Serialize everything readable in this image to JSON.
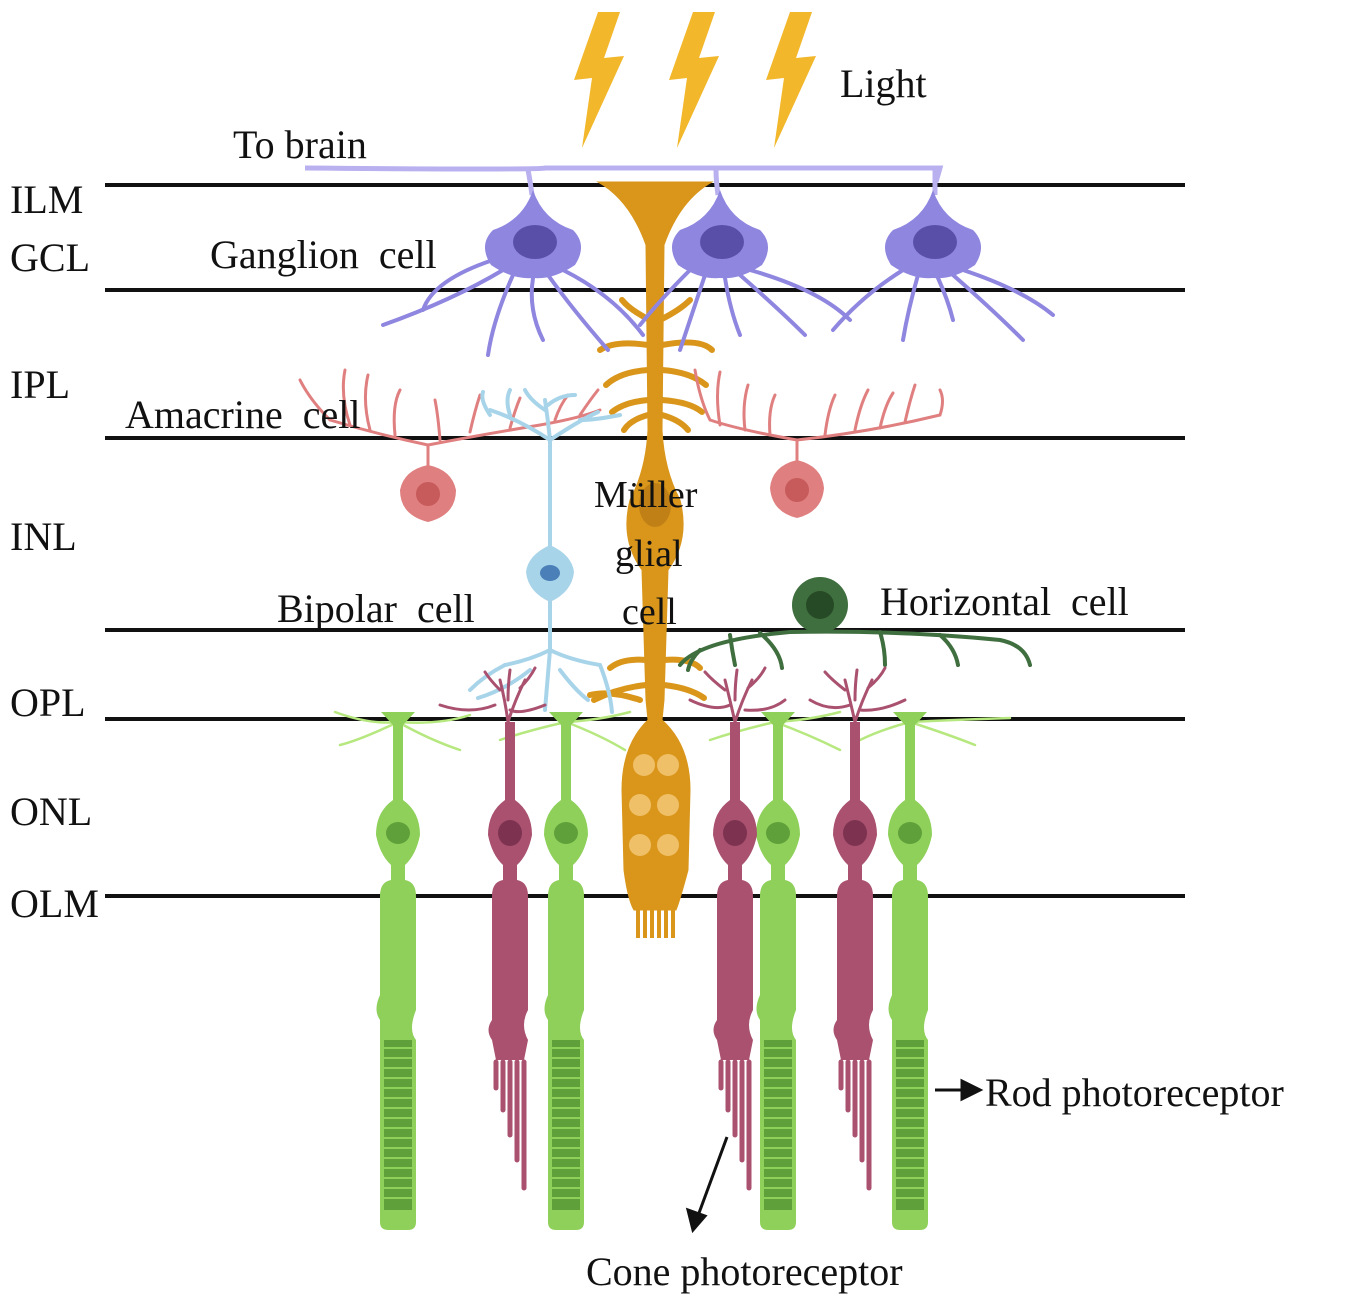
{
  "figure": {
    "light_label": "Light",
    "to_brain_label": "To brain",
    "layers": [
      {
        "id": "ilm",
        "label": "ILM"
      },
      {
        "id": "gcl",
        "label": "GCL"
      },
      {
        "id": "ipl",
        "label": "IPL"
      },
      {
        "id": "inl",
        "label": "INL"
      },
      {
        "id": "opl",
        "label": "OPL"
      },
      {
        "id": "onl",
        "label": "ONL"
      },
      {
        "id": "olm",
        "label": "OLM"
      }
    ],
    "cells": {
      "ganglion": "Ganglion  cell",
      "amacrine": "Amacrine  cell",
      "bipolar": "Bipolar  cell",
      "horizontal": "Horizontal  cell",
      "muller_line1": "Müller",
      "muller_line2": "glial",
      "muller_line3": "cell",
      "rod": "Rod photoreceptor",
      "cone": "Cone photoreceptor"
    },
    "colors": {
      "light_bolt": "#f2b72a",
      "ganglion": "#8f86e0",
      "ganglion_nucleus": "#5a4fa8",
      "amacrine": "#e07f7f",
      "amacrine_nucleus": "#c75a5a",
      "bipolar": "#a8d4ea",
      "bipolar_nucleus": "#4a7fb8",
      "muller": "#d9961b",
      "horizontal": "#3f6e3f",
      "rod": "#8fd05a",
      "rod_dark": "#5fa03a",
      "cone": "#a9516f",
      "cone_dark": "#7d3350",
      "layer_line": "#111111"
    }
  }
}
